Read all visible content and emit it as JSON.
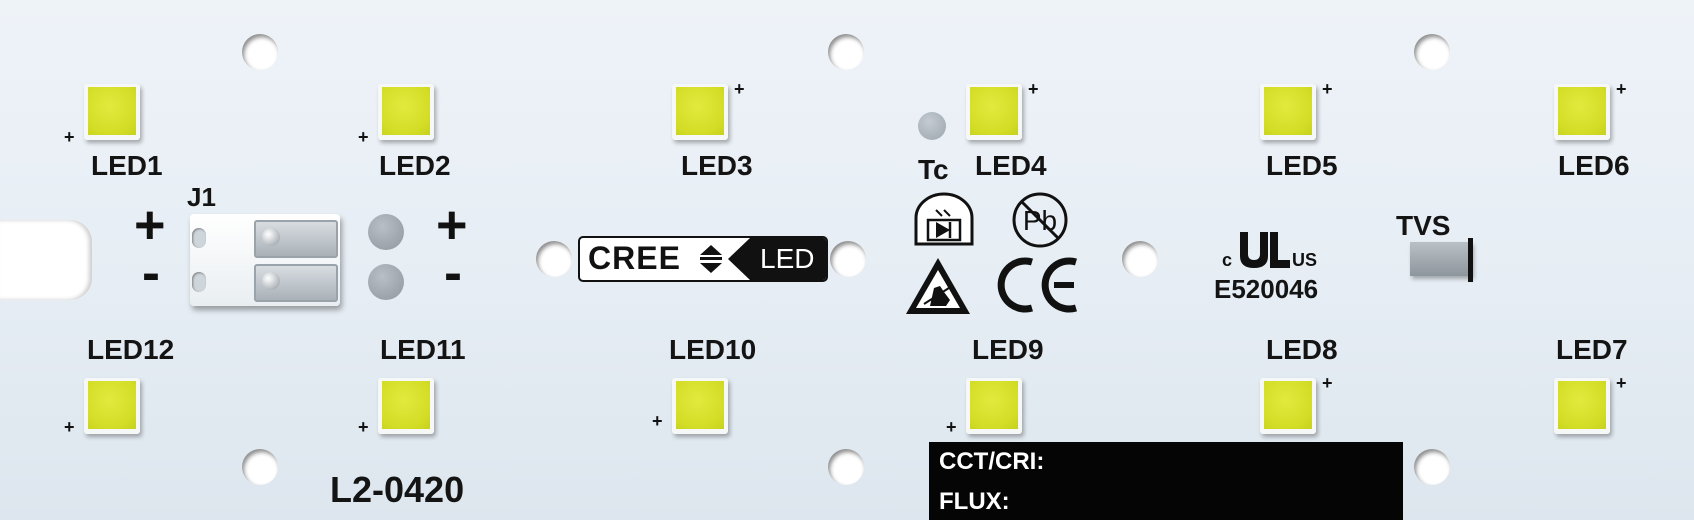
{
  "board": {
    "part_number": "L2-0420",
    "connector_label": "J1",
    "tc_label": "Tc",
    "tvs_label": "TVS",
    "ul_file": "E520046",
    "ul_prefix": "c",
    "ul_suffix": "US",
    "brand_word": "CREE",
    "brand_led": "LED",
    "pb_mark": "Pb",
    "ce_mark": "CE",
    "plus_sign": "+",
    "minus_sign": "-"
  },
  "leds": [
    {
      "label": "LED1"
    },
    {
      "label": "LED2"
    },
    {
      "label": "LED3"
    },
    {
      "label": "LED4"
    },
    {
      "label": "LED5"
    },
    {
      "label": "LED6"
    },
    {
      "label": "LED12"
    },
    {
      "label": "LED11"
    },
    {
      "label": "LED10"
    },
    {
      "label": "LED9"
    },
    {
      "label": "LED8"
    },
    {
      "label": "LED7"
    }
  ],
  "info_label": {
    "cct_cri": "CCT/CRI:",
    "flux": "FLUX:"
  }
}
